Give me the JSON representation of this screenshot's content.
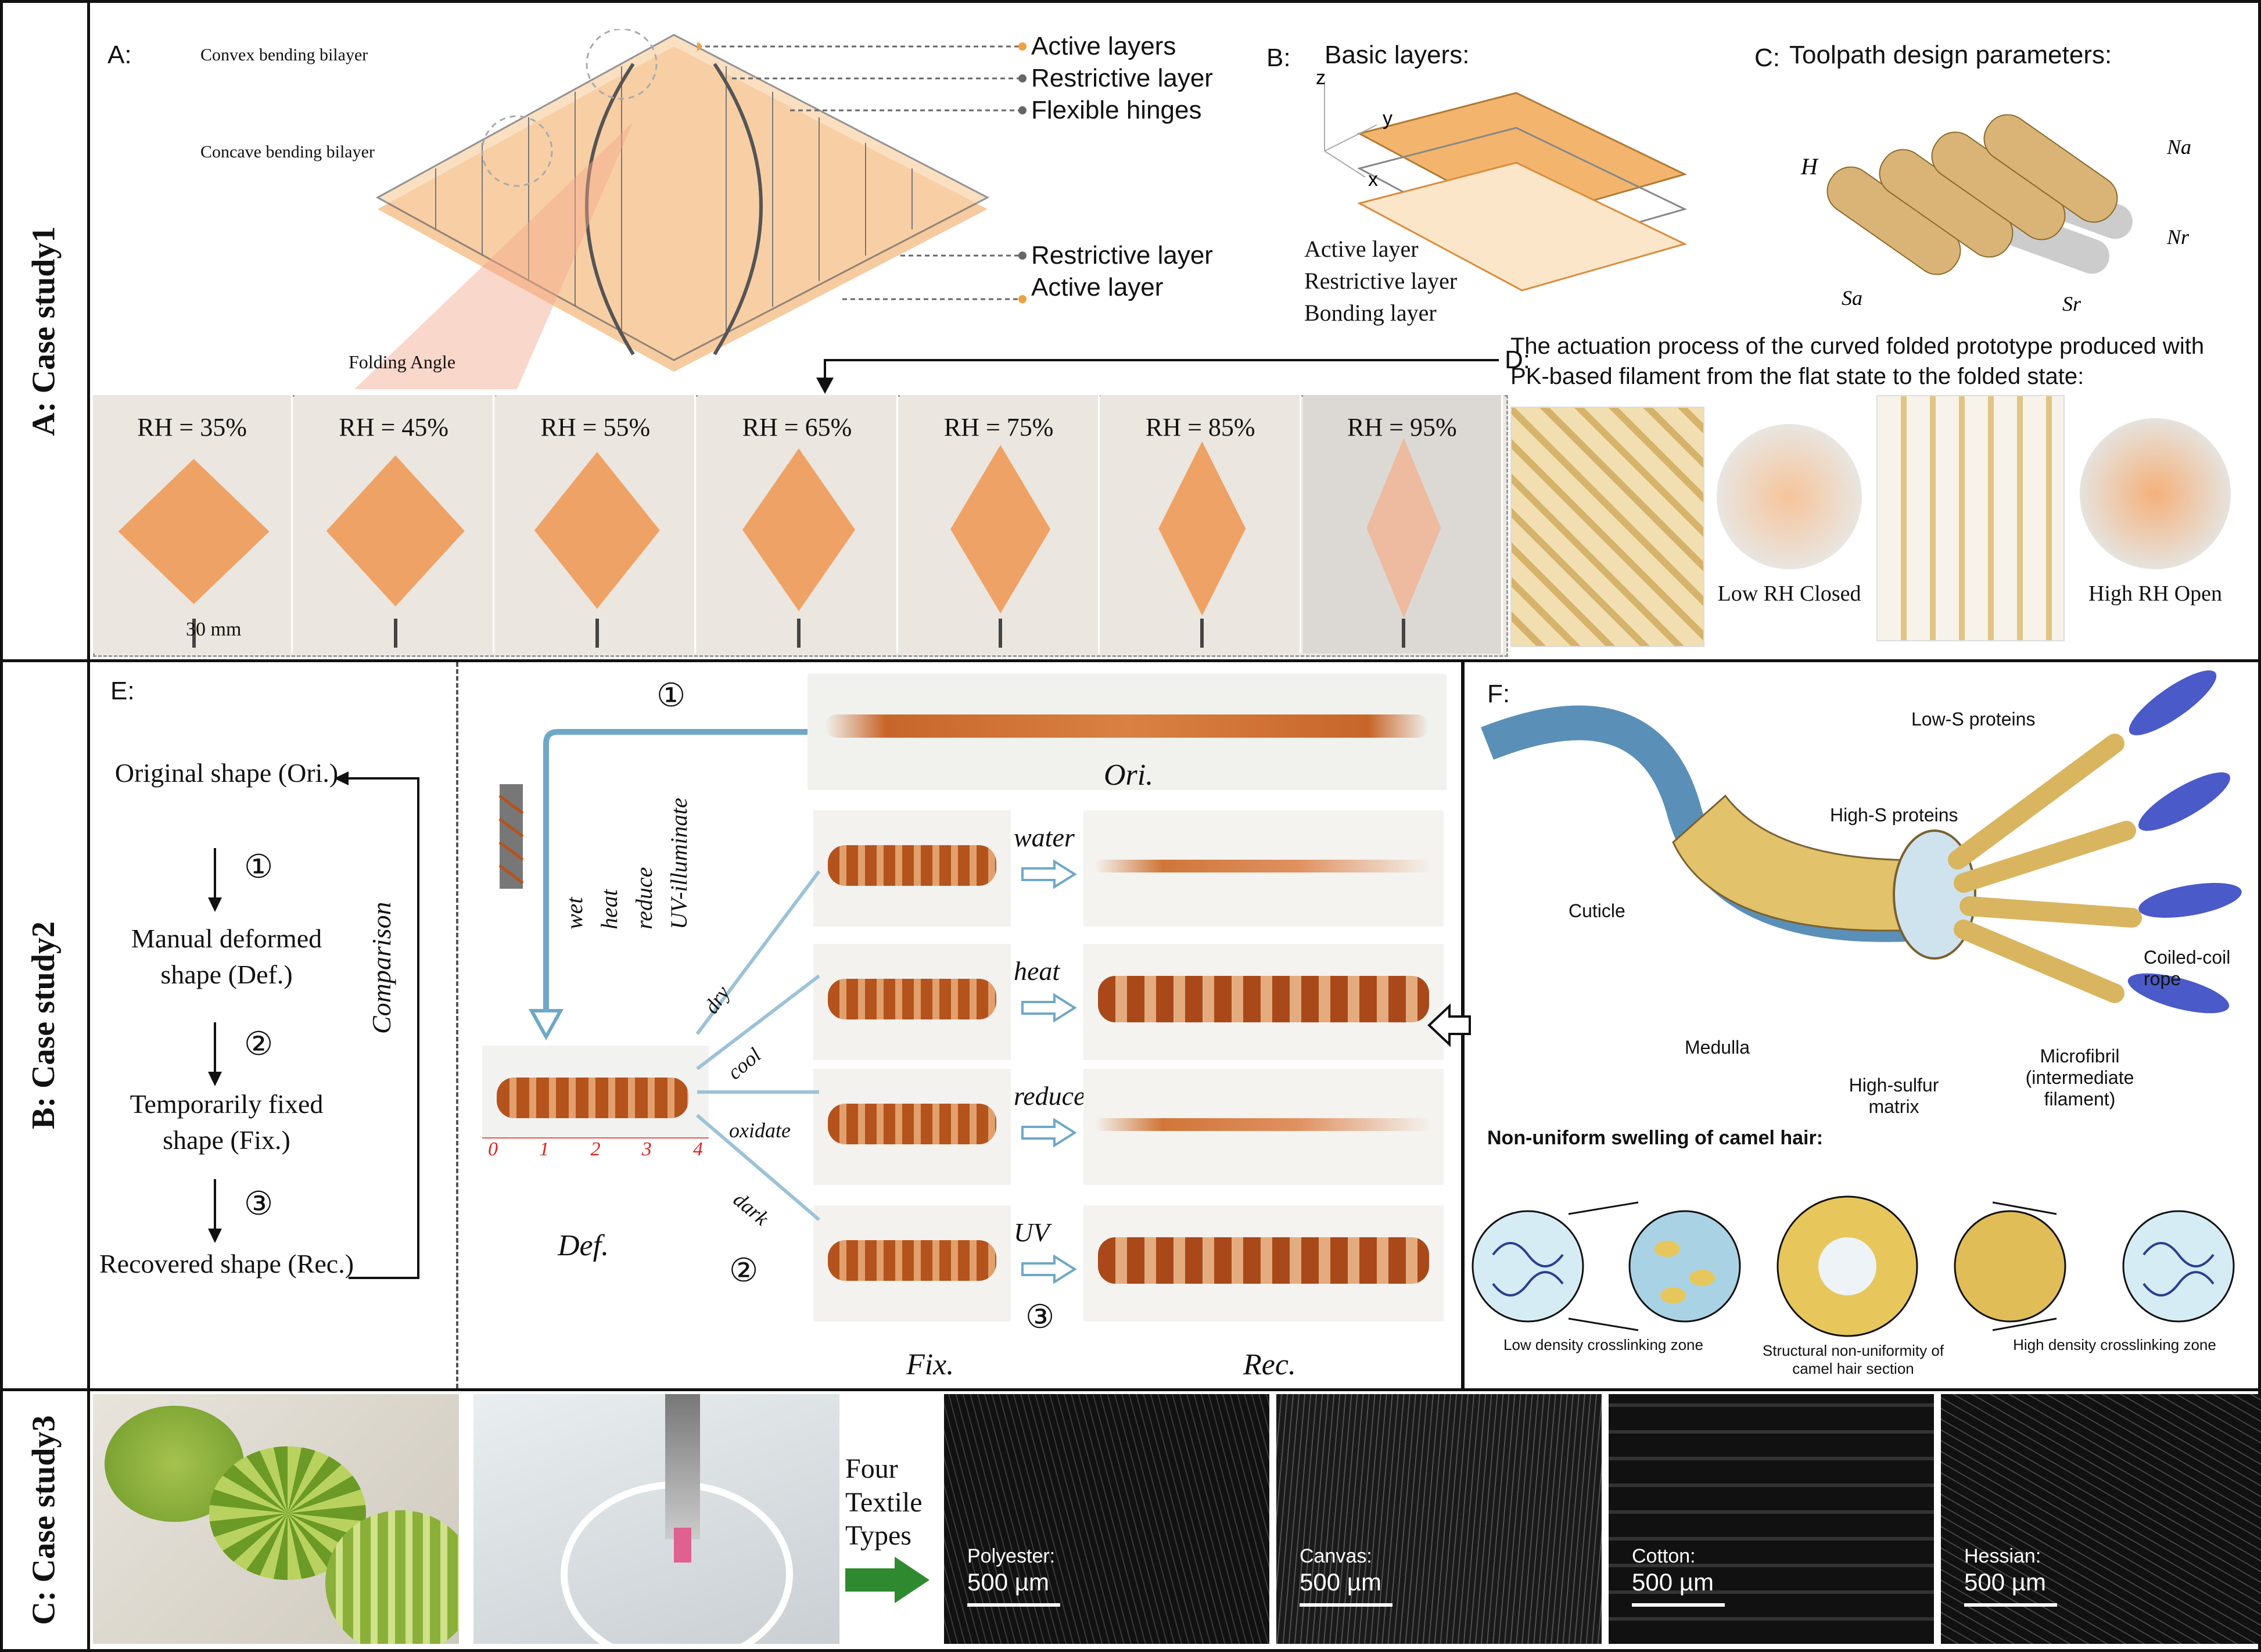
{
  "row_labels": [
    "A: Case study1",
    "B: Case study2",
    "C: Case study3"
  ],
  "panel_a": {
    "label": "A:",
    "callouts_left": [
      "Convex bending bilayer",
      "Concave bending bilayer",
      "Folding Angle"
    ],
    "callouts_right": [
      "Active layers",
      "Restrictive layer",
      "Flexible hinges",
      "Restrictive layer",
      "Active layer"
    ],
    "rh_values": [
      "RH = 35%",
      "RH = 45%",
      "RH = 55%",
      "RH = 65%",
      "RH = 75%",
      "RH = 85%",
      "RH = 95%"
    ],
    "scale": "30 mm"
  },
  "panel_b": {
    "label": "B:",
    "title": "Basic layers:",
    "layers": [
      "Active layer",
      "Restrictive layer",
      "Bonding layer"
    ],
    "axes": [
      "z",
      "y",
      "x"
    ]
  },
  "panel_c": {
    "label": "C:",
    "title": "Toolpath design parameters:",
    "params": [
      "H",
      "Na",
      "Nr",
      "Sa",
      "Sr"
    ]
  },
  "panel_d": {
    "label": "D:",
    "title": "The actuation process of the curved folded prototype produced with PK-based filament from the flat state to the folded state:",
    "state1": "Low RH Closed",
    "state2": "High RH Open"
  },
  "panel_e": {
    "label": "E:",
    "steps": [
      "Original shape (Ori.)",
      "Manual deformed shape (Def.)",
      "Temporarily fixed shape (Fix.)",
      "Recovered shape (Rec.)"
    ],
    "step_nums": [
      "①",
      "②",
      "③"
    ],
    "comparison": "Comparison",
    "stimuli": [
      "wet",
      "heat",
      "reduce",
      "UV-illuminate"
    ],
    "fix_triggers": [
      "dry",
      "cool",
      "oxidate",
      "dark"
    ],
    "recover_triggers": [
      "water",
      "heat",
      "reduce",
      "UV"
    ],
    "captions": [
      "Ori.",
      "Def.",
      "Fix.",
      "Rec."
    ],
    "ruler": [
      "0",
      "1",
      "2",
      "3",
      "4"
    ]
  },
  "panel_f": {
    "label": "F:",
    "structure_labels": [
      "Low-S proteins",
      "High-S proteins",
      "Cuticle",
      "Medulla",
      "High-sulfur matrix",
      "Microfibril (intermediate filament)",
      "Coiled-coil rope"
    ],
    "swelling_title": "Non-uniform swelling of camel hair:",
    "zones": [
      "Low density crosslinking zone",
      "Structural non-uniformity of camel hair section",
      "High density crosslinking zone"
    ]
  },
  "row_c": {
    "arrow_text": "Four Textile Types",
    "textiles": [
      {
        "name": "Polyester:",
        "scale": "500 µm"
      },
      {
        "name": "Canvas:",
        "scale": "500 µm"
      },
      {
        "name": "Cotton:",
        "scale": "500 µm"
      },
      {
        "name": "Hessian:",
        "scale": "500 µm"
      }
    ]
  },
  "colors": {
    "orange": "#f4b27a",
    "hair": "#b5531d",
    "gold": "#d9b560",
    "blue": "#4a5ac8",
    "green": "#2f8a2f"
  }
}
